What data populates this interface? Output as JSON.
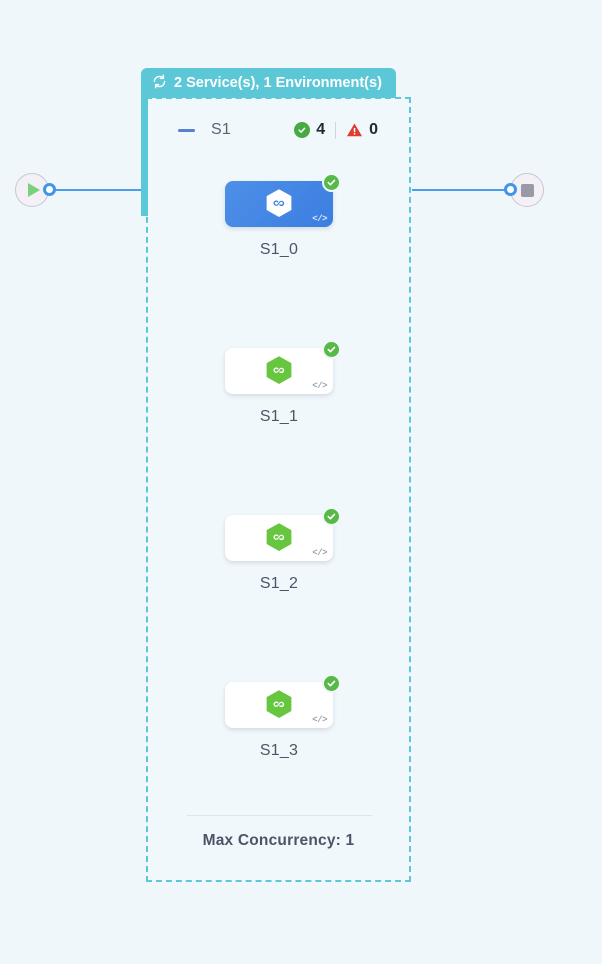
{
  "canvas": {
    "background_color": "#eff7fb"
  },
  "group": {
    "badge_label": "2 Service(s), 1 Environment(s)",
    "badge_icon": "refresh-loop-icon",
    "badge_color": "#5cc8d7",
    "border_color": "#5cc8d7",
    "body_color": "#f1f8fb"
  },
  "service": {
    "collapse_icon": "minus-icon",
    "name": "S1",
    "success_icon": "check-circle-icon",
    "success_count": "4",
    "warning_icon": "warning-triangle-icon",
    "warning_count": "0",
    "success_color": "#49a942",
    "warning_color": "#e03b2f"
  },
  "nodes": [
    {
      "label": "S1_0",
      "selected": true,
      "status_icon": "check-circle-badge-icon",
      "code_icon": "code-brackets-icon",
      "code_glyph": "</>",
      "hexagon_color": "#ffffff",
      "card_color": "#3f85e4"
    },
    {
      "label": "S1_1",
      "selected": false,
      "status_icon": "check-circle-badge-icon",
      "code_icon": "code-brackets-icon",
      "code_glyph": "</>",
      "hexagon_color": "#66c63f",
      "card_color": "#ffffff"
    },
    {
      "label": "S1_2",
      "selected": false,
      "status_icon": "check-circle-badge-icon",
      "code_icon": "code-brackets-icon",
      "code_glyph": "</>",
      "hexagon_color": "#66c63f",
      "card_color": "#ffffff"
    },
    {
      "label": "S1_3",
      "selected": false,
      "status_icon": "check-circle-badge-icon",
      "code_icon": "code-brackets-icon",
      "code_glyph": "</>",
      "hexagon_color": "#66c63f",
      "card_color": "#ffffff"
    }
  ],
  "footer": {
    "text": "Max Concurrency: 1"
  },
  "terminals": {
    "start_icon": "play-icon",
    "end_icon": "stop-icon",
    "port_color": "#3f96e8",
    "edge_color": "#4a9fe8"
  }
}
